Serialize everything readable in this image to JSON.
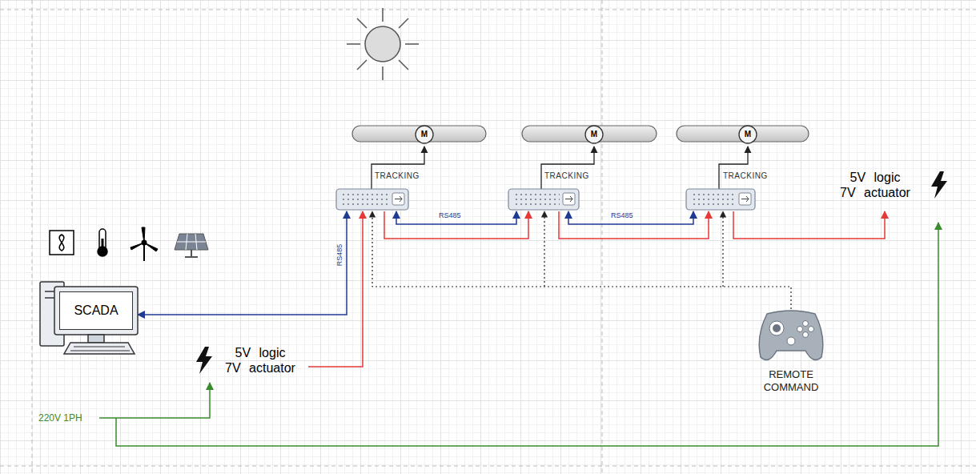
{
  "diagram": {
    "nodes": [
      {
        "text": [
          "M"
        ]
      },
      {
        "text": [
          "M"
        ]
      },
      {
        "text": [
          "M"
        ]
      },
      {
        "text": [
          "5V logic 7V actuator"
        ]
      },
      {
        "text": [
          "SCADA"
        ]
      },
      {
        "text": [
          "REMOTE COMMAND"
        ]
      },
      {
        "text": [
          "5V logic 7V actuator"
        ]
      }
    ],
    "labels": [
      "TRACKING",
      "TRACKING",
      "TRACKING",
      "RS485",
      "RS485",
      "RS485",
      "220V 1PH"
    ]
  }
}
